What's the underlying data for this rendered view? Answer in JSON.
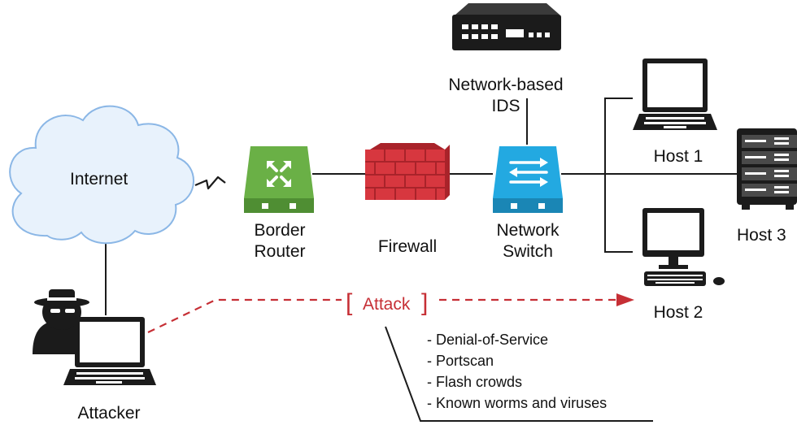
{
  "nodes": {
    "internet": "Internet",
    "border_router": [
      "Border",
      "Router"
    ],
    "firewall": "Firewall",
    "network_switch": [
      "Network",
      "Switch"
    ],
    "ids": [
      "Network-based",
      "IDS"
    ],
    "host1": "Host 1",
    "host2": "Host 2",
    "host3": "Host 3",
    "attacker": "Attacker"
  },
  "attack": {
    "label": "Attack",
    "bracket_open": "[",
    "bracket_close": "]",
    "types": [
      "- Denial-of-Service",
      "- Portscan",
      "- Flash crowds",
      "- Known worms and viruses"
    ]
  },
  "colors": {
    "router_green": "#6ab046",
    "firewall_red": "#d7373f",
    "switch_blue": "#23a9e1",
    "attack_red": "#c62f35",
    "cloud_fill": "#e8f2fc",
    "cloud_stroke": "#8bb7e6",
    "device_dark": "#1b1b1b"
  },
  "icons": {
    "internet": "cloud-icon",
    "border_router": "router-icon",
    "firewall": "brick-wall-icon",
    "network_switch": "switch-icon",
    "ids": "ids-appliance-icon",
    "host1": "laptop-icon",
    "host2": "desktop-icon",
    "host3": "server-rack-icon",
    "attacker": "hooded-hacker-icon"
  }
}
